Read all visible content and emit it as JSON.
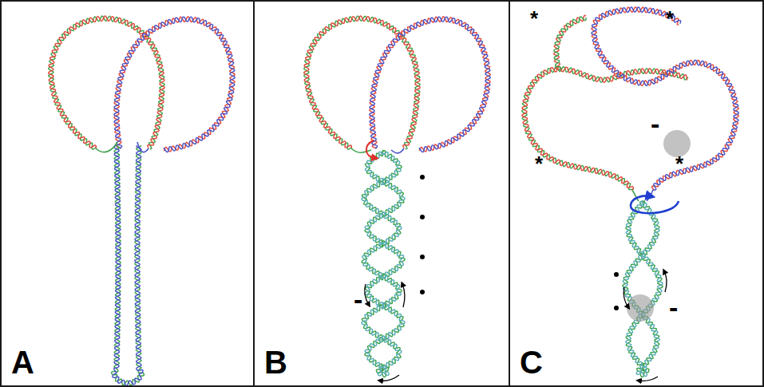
{
  "diagram": {
    "nodes": [
      {
        "text": [
          "A"
        ]
      },
      {
        "text": [
          "B"
        ]
      },
      {
        "text": [
          "C"
        ]
      }
    ],
    "labels": [
      "-",
      "*",
      "*",
      "*",
      "*",
      "-",
      "-"
    ]
  }
}
